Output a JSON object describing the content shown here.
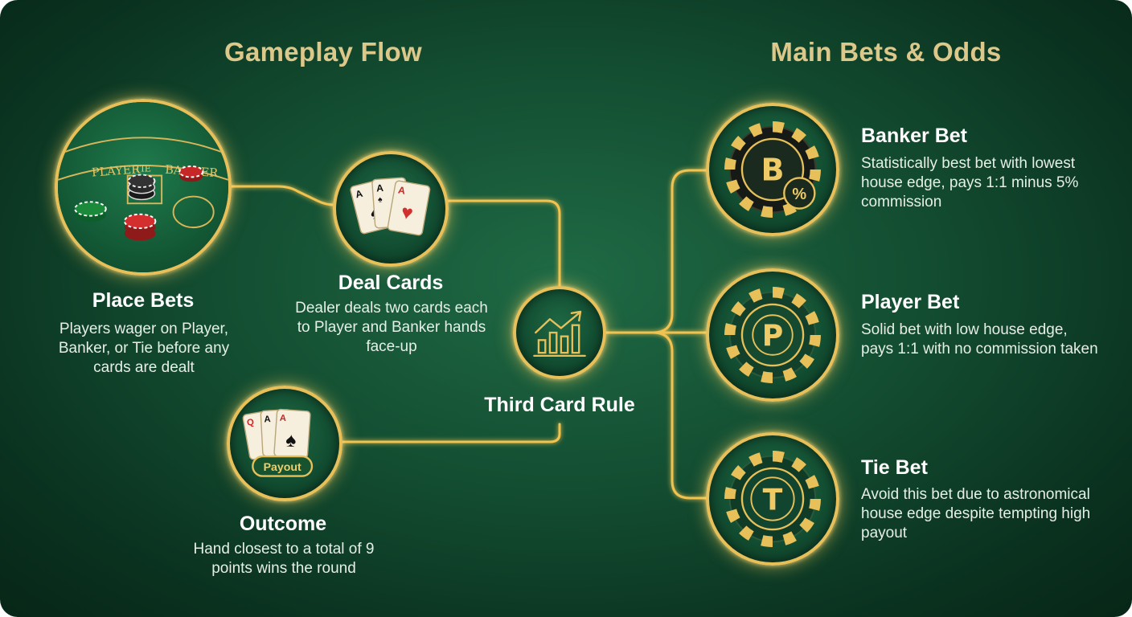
{
  "headings": {
    "gameplay": "Gameplay Flow",
    "bets": "Main Bets & Odds"
  },
  "flow": {
    "place_bets": {
      "title": "Place Bets",
      "description": "Players wager on Player, Banker, or Tie before any cards are dealt",
      "table_labels": [
        "PLAYER",
        "TIE",
        "BANKER"
      ]
    },
    "deal_cards": {
      "title": "Deal Cards",
      "description": "Dealer deals two cards each to Player and Banker hands face-up",
      "card_ranks": [
        "A",
        "A",
        "A"
      ]
    },
    "third_card": {
      "title": "Third Card Rule"
    },
    "outcome": {
      "title": "Outcome",
      "description": "Hand closest to a total of 9 points wins the round",
      "card_ranks": [
        "Q",
        "A",
        "A"
      ],
      "badge": "Payout"
    }
  },
  "bets": [
    {
      "letter": "B",
      "title": "Banker Bet",
      "description": "Statistically best bet with lowest house edge, pays 1:1 minus 5% commission",
      "badge": "%"
    },
    {
      "letter": "P",
      "title": "Player Bet",
      "description": "Solid bet with low house edge, pays 1:1 with no commission taken"
    },
    {
      "letter": "T",
      "title": "Tie Bet",
      "description": "Avoid this bet due to astronomical house edge despite tempting high payout"
    }
  ],
  "icons": {
    "table": "baccarat-table-icon",
    "cards": "playing-cards-icon",
    "chart": "rising-chart-icon",
    "payout": "payout-cards-icon",
    "chip": "casino-chip-icon"
  },
  "colors": {
    "gold": "#e8c05a",
    "heading": "#dcc88a",
    "background": "#134d31"
  }
}
